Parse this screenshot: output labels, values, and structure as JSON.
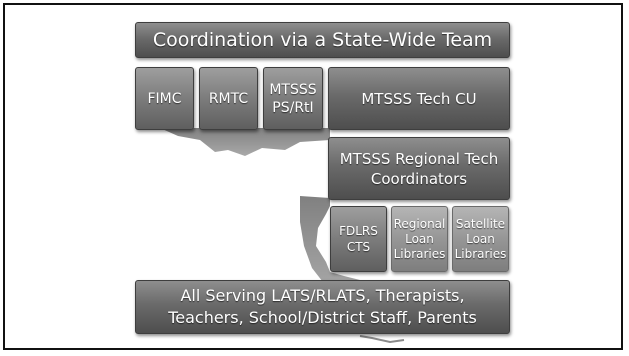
{
  "diagram": {
    "top_banner": "Coordination via a State-Wide Team",
    "row1": {
      "fimc": "FIMC",
      "rmtc": "RMTC",
      "mtsss_ps": "MTSSS\nPS/RtI",
      "tech_cu": "MTSSS Tech CU"
    },
    "regional": "MTSSS Regional Tech\nCoordinators",
    "row3": {
      "fdlrs": "FDLRS\nCTS",
      "regional_loan": "Regional\nLoan\nLibraries",
      "satellite_loan": "Satellite\nLoan\nLibraries"
    },
    "bottom_banner": "All Serving LATS/RLATS, Therapists,\nTeachers, School/District Staff, Parents"
  },
  "colors": {
    "frame_border": "#111111",
    "box_dark": "#5a5a5a",
    "box_light": "#969696",
    "text": "#ffffff"
  }
}
